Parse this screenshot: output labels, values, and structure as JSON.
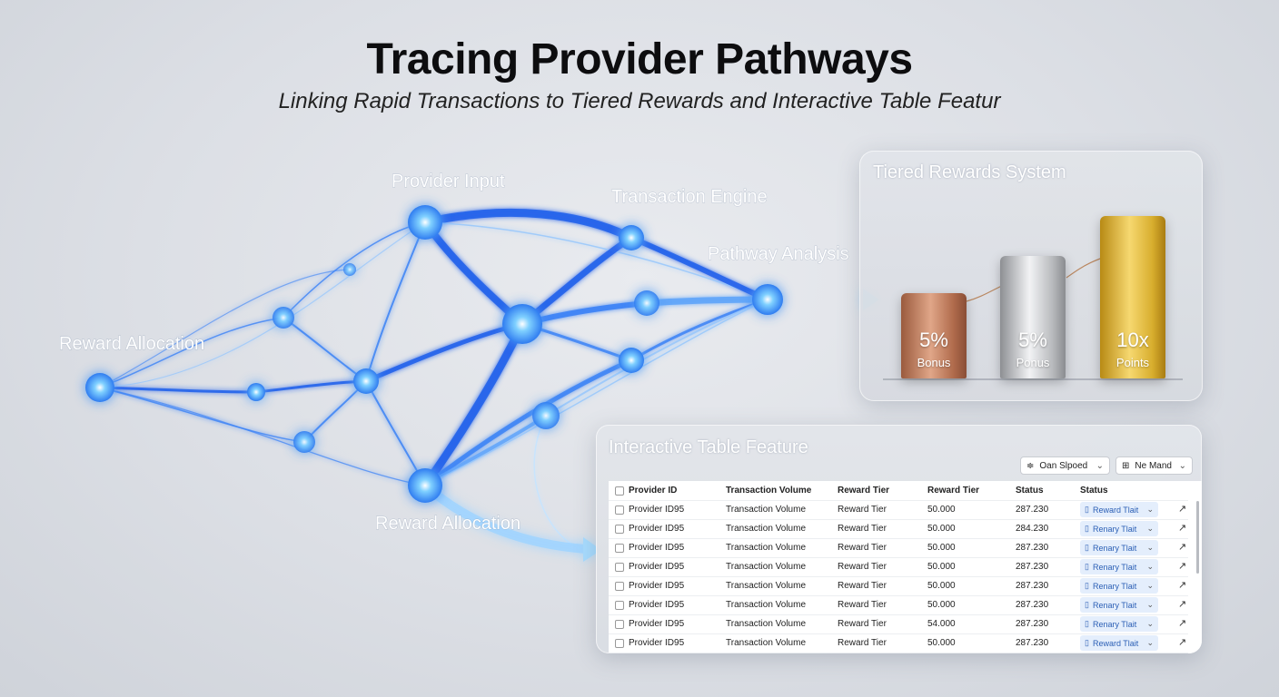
{
  "title": "Tracing Provider Pathways",
  "subtitle": "Linking Rapid Transactions to Tiered Rewards and Interactive Table Featur",
  "nodes": {
    "reward_allocation_left": "Reward Allocation",
    "provider_input": "Provider Input",
    "transaction_engine": "Transaction Engine",
    "pathway_analysis": "Pathway Analysis",
    "reward_allocation_bottom": "Reward Allocation"
  },
  "rewards": {
    "title": "Tiered Rewards System",
    "tiers": [
      {
        "value": "5%",
        "caption": "Bonus",
        "level": 0.34
      },
      {
        "value": "5%",
        "caption": "Ponus",
        "level": 0.49
      },
      {
        "value": "10x",
        "caption": "Points",
        "level": 0.65
      }
    ]
  },
  "table": {
    "title": "Interactive Table Feature",
    "filters": [
      {
        "icon": "≑",
        "label": "Oan Slpoed"
      },
      {
        "icon": "⊞",
        "label": "Ne Mand"
      }
    ],
    "columns": [
      "Provider ID",
      "Transaction Volume",
      "Reward Tier",
      "Reward Tier",
      "Status",
      "Status"
    ],
    "rows": [
      {
        "id": "Provider ID95",
        "volume": "Transaction Volume",
        "tier": "Reward Tier",
        "amount": "50.000",
        "score": "287.230",
        "status": "Reward Tlait"
      },
      {
        "id": "Provider ID95",
        "volume": "Transaction Volume",
        "tier": "Reward Tier",
        "amount": "50.000",
        "score": "284.230",
        "status": "Renary Tlait"
      },
      {
        "id": "Provider ID95",
        "volume": "Transaction Volume",
        "tier": "Reward Tier",
        "amount": "50.000",
        "score": "287.230",
        "status": "Renary Tlait"
      },
      {
        "id": "Provider ID95",
        "volume": "Transaction Volume",
        "tier": "Reward Tier",
        "amount": "50.000",
        "score": "287.230",
        "status": "Renary Tlait"
      },
      {
        "id": "Provider ID95",
        "volume": "Transaction Volume",
        "tier": "Reward Tier",
        "amount": "50.000",
        "score": "287.230",
        "status": "Renary Tlait"
      },
      {
        "id": "Provider ID95",
        "volume": "Transaction Volume",
        "tier": "Reward Tier",
        "amount": "50.000",
        "score": "287.230",
        "status": "Renary Tlait"
      },
      {
        "id": "Provider ID95",
        "volume": "Transaction Volume",
        "tier": "Reward Tier",
        "amount": "54.000",
        "score": "287.230",
        "status": "Renary Tlait"
      },
      {
        "id": "Provider ID95",
        "volume": "Transaction Volume",
        "tier": "Reward Tier",
        "amount": "50.000",
        "score": "287.230",
        "status": "Reward Tlait"
      }
    ]
  },
  "colors": {
    "node_blue": "#2f7cf0",
    "edge_blue": "#3b82f6",
    "glow": "#8fc2ff"
  }
}
